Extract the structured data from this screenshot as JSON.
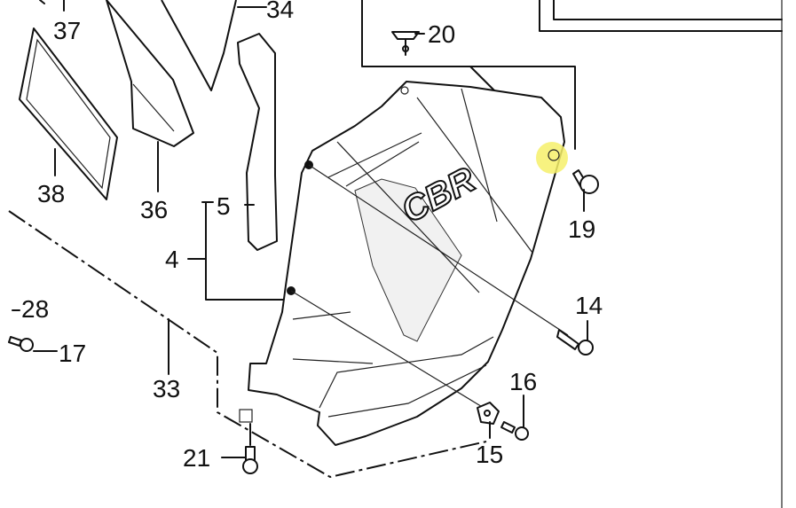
{
  "labels": {
    "p37": "37",
    "p34": "34",
    "p20": "20",
    "p38": "38",
    "p36": "36",
    "p5": "5",
    "p4": "4",
    "p19": "19",
    "p14": "14",
    "p28": "28",
    "p17": "17",
    "p33": "33",
    "p16": "16",
    "p15": "15",
    "p21": "21",
    "logo": "CBR"
  },
  "colors": {
    "highlight": "#f6f06a",
    "line": "#111111"
  }
}
